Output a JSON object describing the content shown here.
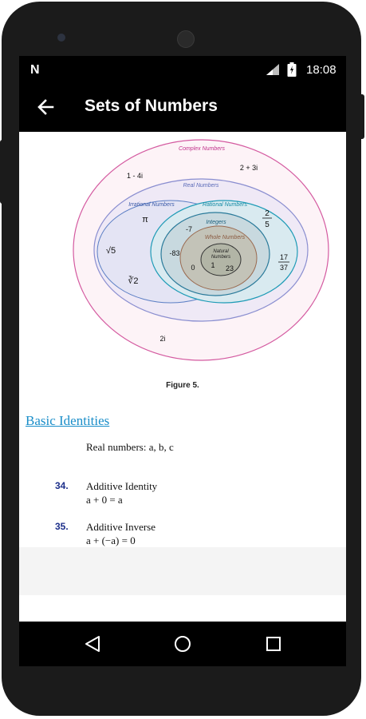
{
  "status_bar": {
    "notification_letter": "N",
    "time": "18:08"
  },
  "app_bar": {
    "title": "Sets of Numbers"
  },
  "figure": {
    "sets": {
      "complex": "Complex Numbers",
      "real": "Real Numbers",
      "irrational": "Irrational Numbers",
      "rational": "Rational Numbers",
      "integers": "Integers",
      "whole": "Whole Numbers",
      "natural_line1": "Natural",
      "natural_line2": "Numbers"
    },
    "examples": {
      "complex_a": "1 - 4i",
      "complex_b": "2 + 3i",
      "complex_c": "2i",
      "pi": "π",
      "sqrt5": "√5",
      "cbrt2": "∛2",
      "minus7": "-7",
      "minus83": "-83",
      "zero": "0",
      "one": "1",
      "twentythree": "23",
      "frac_a_num": "2",
      "frac_a_den": "5",
      "frac_b_num": "17",
      "frac_b_den": "37"
    },
    "colors": {
      "complex": "#d45aa0",
      "real": "#8a8ed0",
      "irrational": "#5b7ec4",
      "rational": "#1e9bb6",
      "integers": "#2a7a9a",
      "whole": "#9a6a50",
      "natural": "#333333"
    },
    "caption": "Figure 5."
  },
  "section": {
    "heading": "Basic Identities",
    "subtitle": "Real numbers: a, b, c",
    "items": [
      {
        "num": "34.",
        "title": "Additive Identity",
        "formula": "a + 0 = a"
      },
      {
        "num": "35.",
        "title": "Additive Inverse",
        "formula": "a + (−a) = 0"
      }
    ]
  },
  "nav": {
    "back": "back-icon",
    "home": "home-icon",
    "recents": "recents-icon"
  }
}
